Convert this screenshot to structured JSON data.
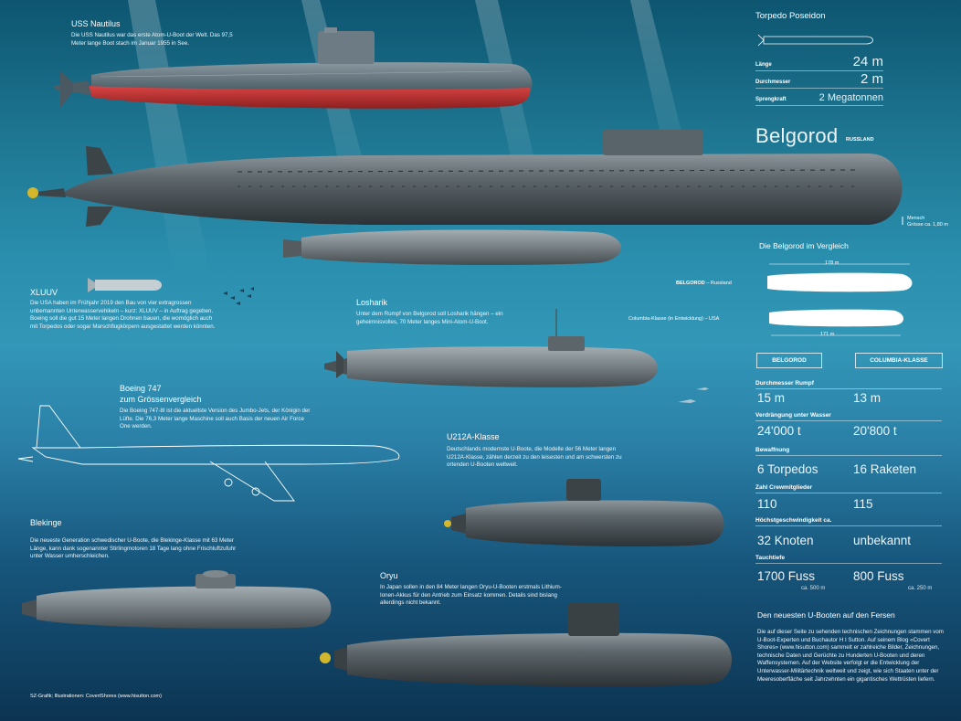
{
  "colors": {
    "water_top": "#0d5570",
    "water_mid": "#3397b8",
    "water_bottom": "#0c3452",
    "hull_dark": "#3c4347",
    "hull_light": "#7b8489",
    "nautilus_hull": "#5f6d75",
    "antifouling_red": "#c83434",
    "outline_white": "#ffffff"
  },
  "nautilus": {
    "title": "USS Nautilus",
    "text": "Die USS Nautilus war das erste Atom-U-Boot der Welt. Das 97,5 Meter lange Boot stach im Januar 1955 in See."
  },
  "poseidon": {
    "title": "Torpedo Poseidon",
    "icon": "torpedo-icon",
    "rows": [
      {
        "label": "Länge",
        "value": "24 m"
      },
      {
        "label": "Durchmesser",
        "value": "2 m"
      },
      {
        "label": "Sprengkraft",
        "value": "2 Megatonnen"
      }
    ]
  },
  "belgorod": {
    "title": "Belgorod",
    "country": "RUSSLAND",
    "person_label": "Mensch",
    "person_size": "Grösse ca. 1,80 m"
  },
  "comparison": {
    "title": "Die Belgorod im Vergleich",
    "length_a": "178 m",
    "length_b": "171 m",
    "label_a": "BELGOROD",
    "label_a_country": " – Russland",
    "label_b": "Columbia-Klasse",
    "label_b_note": " (in Entwicklung) – USA",
    "col_a": "BELGOROD",
    "col_b": "COLUMBIA-KLASSE",
    "rows": [
      {
        "label": "Durchmesser Rumpf",
        "a": "15 m",
        "b": "13 m"
      },
      {
        "label": "Verdrängung unter Wasser",
        "a": "24'000 t",
        "b": "20'800 t"
      },
      {
        "label": "Bewaffnung",
        "a": "6 Torpedos",
        "b": "16 Raketen"
      },
      {
        "label": "Zahl Crewmitglieder",
        "a": "110",
        "b": "115"
      },
      {
        "label": "Höchstgeschwindigkeit ca.",
        "a": "32 Knoten",
        "b": "unbekannt"
      },
      {
        "label": "Tauchtiefe",
        "a": "1700 Fuss",
        "b": "800 Fuss",
        "a_sub": "ca. 500 m",
        "b_sub": "ca. 250 m"
      }
    ]
  },
  "xluuv": {
    "title": "XLUUV",
    "text": "Die USA haben im Frühjahr 2019 den Bau von vier extragrossen unbemannten Unterwasservehikeln – kurz: XLUUV – in Auftrag gegeben. Boeing soll die gut 15 Meter langen Drohnen bauen, die womöglich auch mit Torpedos oder sogar Marschflugkörpern ausgestattet werden könnten."
  },
  "losharik": {
    "title": "Losharik",
    "text": "Unter dem Rumpf von Belgorod soll Losharik hängen – ein geheimnisvolles, 70 Meter langes Mini-Atom-U-Boot."
  },
  "boeing": {
    "title_line1": "Boeing 747",
    "title_line2": "zum Grössenvergleich",
    "text": "Die Boeing 747-8I ist die aktuellste Version des Jumbo-Jets, der Königin der Lüfte. Die 76,3 Meter lange Maschine soll auch Basis der neuen Air Force One werden."
  },
  "u212a": {
    "title": "U212A-Klasse",
    "text": "Deutschlands modernste U-Boote, die Modelle der 56 Meter langen U212A-Klasse, zählen derzeit zu den leisesten und am schwersten zu ortenden U-Booten weltweit."
  },
  "blekinge": {
    "title": "Blekinge",
    "text": "Die neueste Generation schwedischer U-Boote, die Blekinge-Klasse mit 63 Meter Länge, kann dank sogenannter Stirlingmotoren 18 Tage lang ohne Frischluftzufuhr unter Wasser umherschleichen."
  },
  "oryu": {
    "title": "Oryu",
    "text": "In Japan sollen in den 84 Meter langen Oryu-U-Booten erstmals Lithium-Ionen-Akkus für den Antrieb zum Einsatz kommen. Details sind bislang allerdings nicht bekannt."
  },
  "closing": {
    "title": "Den neuesten U-Booten auf den Fersen",
    "text": "Die auf dieser Seite zu sehenden technischen Zeichnungen stammen vom U-Boot-Experten und Buchautor H I Sutton. Auf seinem Blog «Covert Shores» (www.hisutton.com) sammelt er zahlreiche Bilder, Zeichnungen, technische Daten und Gerüchte zu Hunderten U-Booten und deren Waffensystemen. Auf der Website verfolgt er die Entwicklung der Unterwasser-Militärtechnik weltweit und zeigt, wie sich Staaten unter der Meeresoberfläche seit Jahrzehnten ein gigantisches Wettrüsten liefern."
  },
  "credit": "SZ-Grafik; Illustrationen: CovertShores (www.hisutton.com)"
}
